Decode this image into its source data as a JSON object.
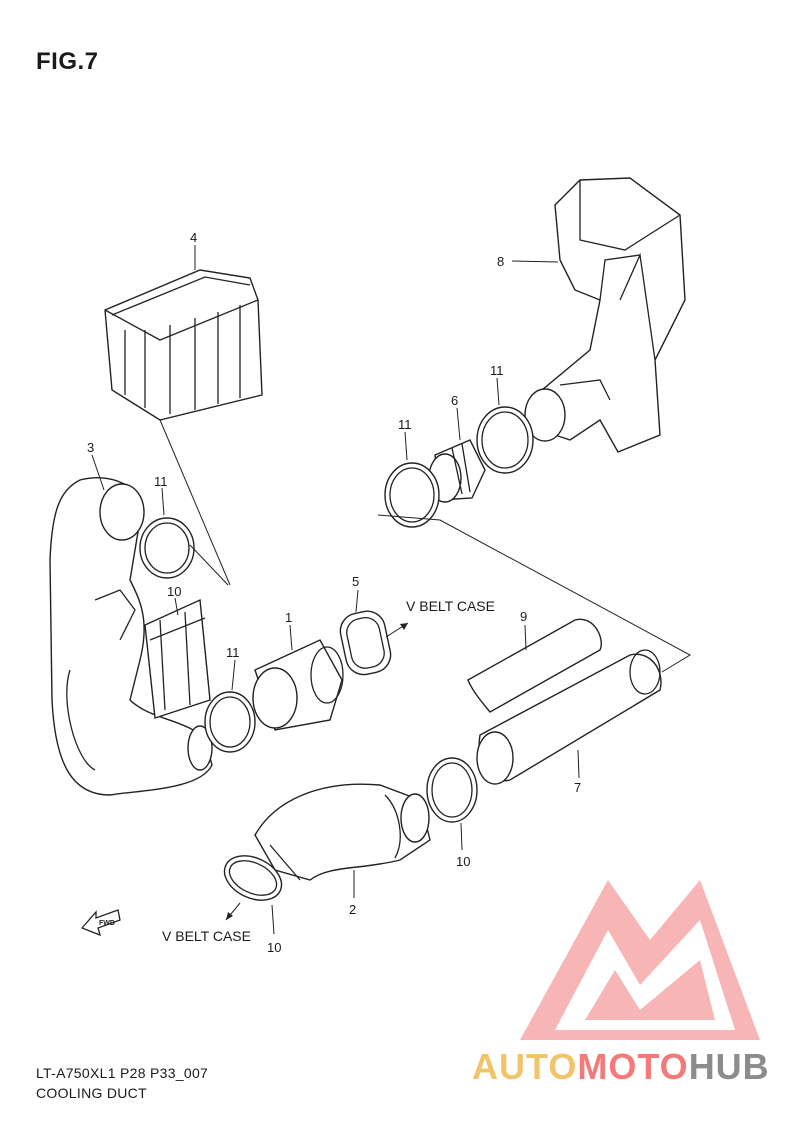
{
  "figure": {
    "title": "FIG.7"
  },
  "callouts": {
    "c1": "1",
    "c2": "2",
    "c3": "3",
    "c4": "4",
    "c5": "5",
    "c6": "6",
    "c7": "7",
    "c8": "8",
    "c9": "9",
    "c10a": "10",
    "c10b": "10",
    "c10c": "10",
    "c11a": "11",
    "c11b": "11",
    "c11c": "11",
    "c11d": "11"
  },
  "notes": {
    "vbelt_upper": "V BELT CASE",
    "vbelt_lower": "V BELT CASE",
    "fwd": "FWD"
  },
  "footer": {
    "code": "LT-A750XL1 P28 P33_007",
    "name": "COOLING DUCT"
  },
  "watermark": {
    "part1": "AUTO",
    "part2": "MOTO",
    "part3": "HUB",
    "colors": {
      "auto": "#f2c469",
      "moto": "#f47a7a",
      "hub": "#8c8c8c"
    }
  }
}
